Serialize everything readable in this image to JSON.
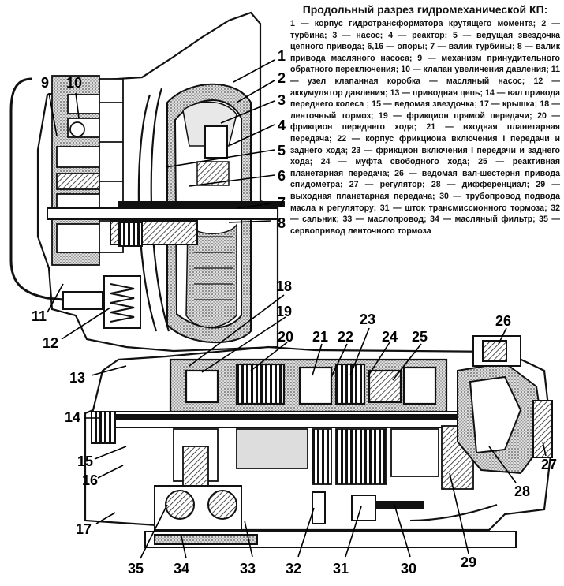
{
  "caption": {
    "title": "Продольный разрез гидромеханической КП:",
    "legend": "1 — корпус гидротрансформатора крутящего момента; 2 — турбина; 3 — насос; 4 — реактор; 5 — ведущая звездочка цепного привода; 6,16 — опоры; 7 — валик турбины; 8 — валик привода масляного насоса; 9 — механизм принудительного обратного переключения; 10 — клапан увеличения давления; 11 — узел клапанная коробка — масляный насос; 12 — аккумулятор давления; 13 — приводная цепь; 14 — вал привода переднего колеса ; 15 — ведомая звездочка; 17 — крышка; 18 — ленточный тормоз; 19 — фрикцион прямой передачи; 20 — фрикцион переднего хода; 21 — входная планетарная передача; 22 — корпус фрикциона включения I передачи и заднего хода; 23 — фрикцион включения I передачи и заднего хода; 24 — муфта свободного хода; 25 — реактивная планетарная передача; 26 — ведомая вал-шестерня привода спидометра; 27 — регулятор; 28 — дифференциал; 29 — выходная планетарная передача; 30 — трубопровод подвода масла к регулятору; 31 — шток трансмиссионного тормоза; 32 — сальник; 33 — маслопровод; 34 — масляный фильтр; 35 — сервопривод ленточного тормоза"
  },
  "callouts": [
    {
      "id": "1",
      "text": "1"
    },
    {
      "id": "2",
      "text": "2"
    },
    {
      "id": "3",
      "text": "3"
    },
    {
      "id": "4",
      "text": "4"
    },
    {
      "id": "5",
      "text": "5"
    },
    {
      "id": "6",
      "text": "6"
    },
    {
      "id": "7",
      "text": "7"
    },
    {
      "id": "8",
      "text": "8"
    },
    {
      "id": "9",
      "text": "9"
    },
    {
      "id": "10",
      "text": "10"
    },
    {
      "id": "11",
      "text": "11"
    },
    {
      "id": "12",
      "text": "12"
    },
    {
      "id": "13",
      "text": "13"
    },
    {
      "id": "14",
      "text": "14"
    },
    {
      "id": "15",
      "text": "15"
    },
    {
      "id": "16",
      "text": "16"
    },
    {
      "id": "17",
      "text": "17"
    },
    {
      "id": "18",
      "text": "18"
    },
    {
      "id": "19",
      "text": "19"
    },
    {
      "id": "20",
      "text": "20"
    },
    {
      "id": "21",
      "text": "21"
    },
    {
      "id": "22",
      "text": "22"
    },
    {
      "id": "23",
      "text": "23"
    },
    {
      "id": "24",
      "text": "24"
    },
    {
      "id": "25",
      "text": "25"
    },
    {
      "id": "26",
      "text": "26"
    },
    {
      "id": "27",
      "text": "27"
    },
    {
      "id": "28",
      "text": "28"
    },
    {
      "id": "29",
      "text": "29"
    },
    {
      "id": "30",
      "text": "30"
    },
    {
      "id": "31",
      "text": "31"
    },
    {
      "id": "32",
      "text": "32"
    },
    {
      "id": "33",
      "text": "33"
    },
    {
      "id": "34",
      "text": "34"
    },
    {
      "id": "35",
      "text": "35"
    }
  ]
}
